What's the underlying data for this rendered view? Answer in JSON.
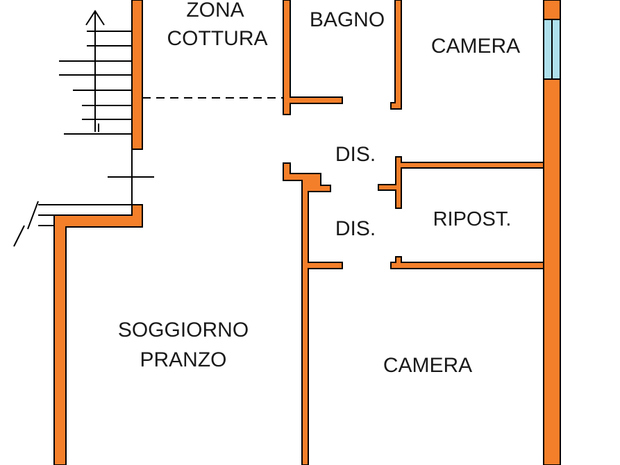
{
  "rooms": {
    "zona_cottura_line1": "ZONA",
    "zona_cottura_line2": "COTTURA",
    "bagno": "BAGNO",
    "camera_top": "CAMERA",
    "dis_top": "DIS.",
    "dis_bottom": "DIS.",
    "ripost": "RIPOST.",
    "soggiorno_line1": "SOGGIORNO",
    "soggiorno_line2": "PRANZO",
    "camera_bottom": "CAMERA"
  },
  "colors": {
    "wall": "#f47f2a",
    "window": "#aee0ec",
    "line": "#000000",
    "background": "#ffffff"
  }
}
